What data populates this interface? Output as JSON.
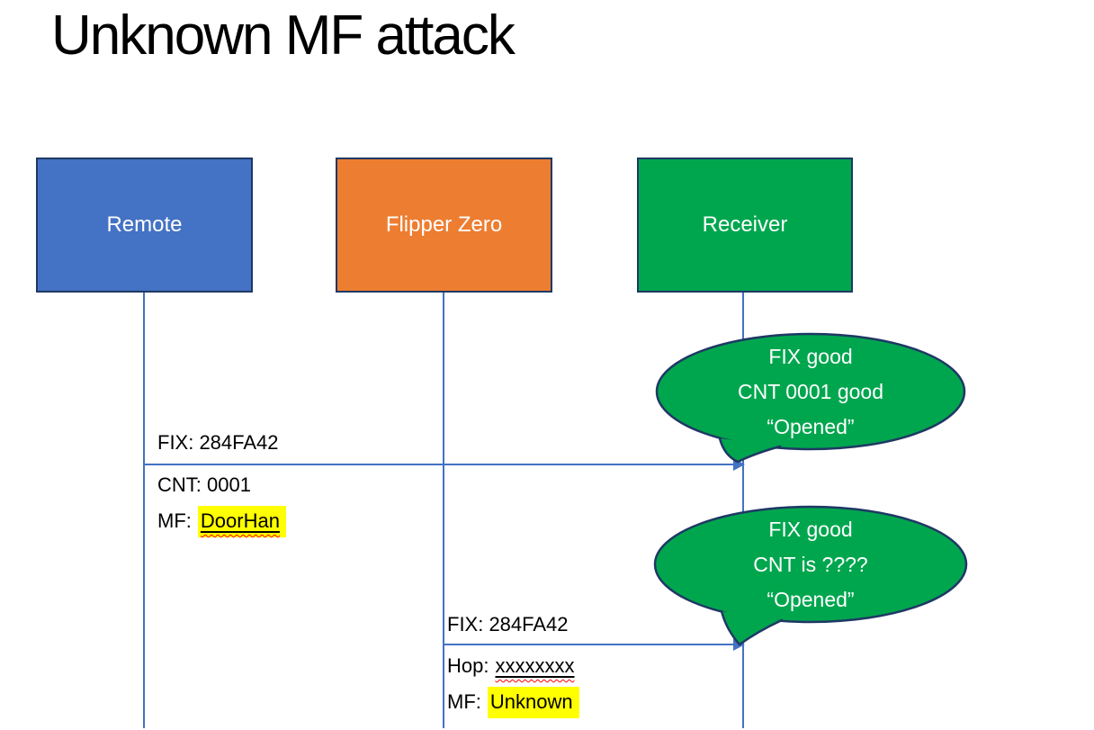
{
  "title": "Unknown MF attack",
  "actors": [
    {
      "label": "Remote",
      "fill": "#4472C4"
    },
    {
      "label": "Flipper Zero",
      "fill": "#ED7D31"
    },
    {
      "label": "Receiver",
      "fill": "#00A64E"
    }
  ],
  "messages": [
    {
      "from": "Remote",
      "to": "Receiver",
      "above": "FIX: 284FA42",
      "below1": "CNT: 0001",
      "below2_label": "MF:",
      "below2_value": "DoorHan"
    },
    {
      "from": "Flipper Zero",
      "to": "Receiver",
      "above": "FIX: 284FA42",
      "below1_label": "Hop:",
      "below1_value": "xxxxxxxx",
      "below2_label": "MF:",
      "below2_value": "Unknown"
    }
  ],
  "callouts": [
    {
      "lines": [
        "FIX good",
        "CNT 0001 good",
        "“Opened”"
      ]
    },
    {
      "lines": [
        "FIX good",
        "CNT is ????",
        "“Opened”"
      ]
    }
  ],
  "colors": {
    "remote_fill": "#4472C4",
    "flipper_fill": "#ED7D31",
    "receiver_fill": "#00A64E",
    "callout_fill": "#00A64E",
    "shape_border": "#1F3864",
    "connector": "#4472C4",
    "highlight": "#FFFF00",
    "squiggle": "#FF0000",
    "title_text": "#000000",
    "actor_text": "#FFFFFF"
  }
}
